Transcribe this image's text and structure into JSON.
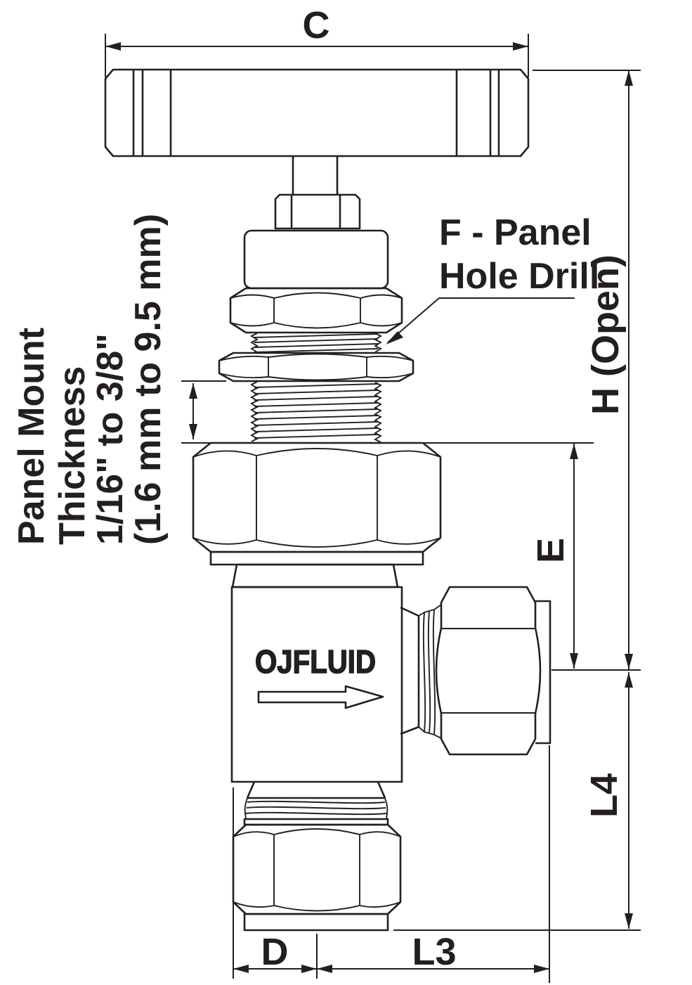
{
  "drawing": {
    "type": "technical-diagram",
    "subject": "angle needle valve with panel mount, T-bar handle, front elevation",
    "brand": "OJFLUID",
    "colors": {
      "line": "#231f20",
      "background": "#ffffff"
    },
    "dimensions": {
      "c": "C",
      "h": "H (Open)",
      "e": "E",
      "l4": "L4",
      "d": "D",
      "l3": "L3"
    },
    "annotations": {
      "panel_hole_line1": "F - Panel",
      "panel_hole_line2": "Hole Drill",
      "panel_mount_line1": "Panel Mount",
      "panel_mount_line2": "Thickness",
      "panel_mount_line3": "1/16\" to 3/8\"",
      "panel_mount_line4": "(1.6 mm to 9.5 mm)"
    }
  }
}
